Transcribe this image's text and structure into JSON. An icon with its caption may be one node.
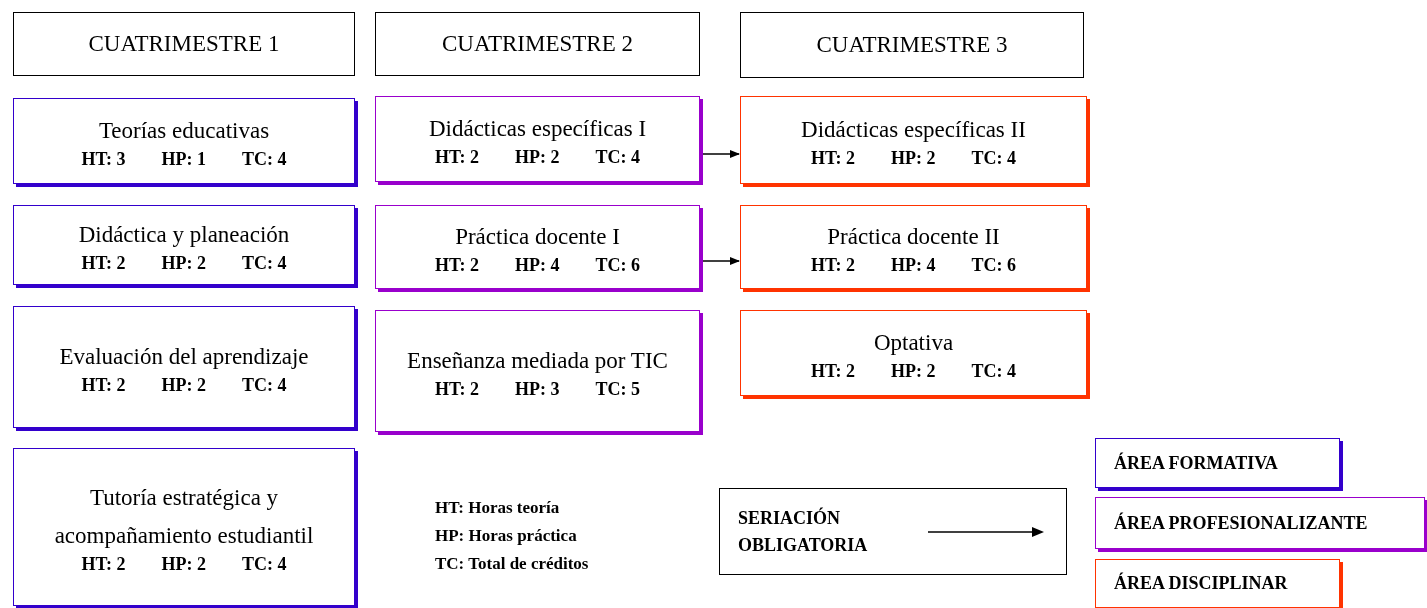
{
  "diagram": {
    "nodes": [
      {
        "text": [
          "CUATRIMESTRE 1"
        ]
      },
      {
        "text": [
          "CUATRIMESTRE 2"
        ]
      },
      {
        "text": [
          "CUATRIMESTRE 3"
        ]
      },
      {
        "text": [
          "Teorías educativas",
          "HT: 3",
          "HP: 1",
          "TC: 4"
        ]
      },
      {
        "text": [
          "Didácticas específicas I",
          "HT: 2",
          "HP: 2",
          "TC: 4"
        ]
      },
      {
        "text": [
          "Didácticas específicas II",
          "HT: 2",
          "HP: 2",
          "TC: 4"
        ]
      },
      {
        "text": [
          "Didáctica y planeación",
          "HT: 2",
          "HP: 2",
          "TC: 4"
        ]
      },
      {
        "text": [
          "Práctica docente I",
          "HT: 2",
          "HP: 4",
          "TC: 6"
        ]
      },
      {
        "text": [
          "Práctica docente II",
          "HT: 2",
          "HP: 4",
          "TC: 6"
        ]
      },
      {
        "text": [
          "Evaluación del aprendizaje",
          "HT: 2",
          "HP: 2",
          "TC: 4"
        ]
      },
      {
        "text": [
          "Enseñanza mediada por TIC",
          "HT: 2",
          "HP: 3",
          "TC: 5"
        ]
      },
      {
        "text": [
          "Optativa",
          "HT: 2",
          "HP: 2",
          "TC: 4"
        ]
      },
      {
        "text": [
          "Tutoría estratégica y acompañamiento estudiantil",
          "HT: 2",
          "HP: 2",
          "TC: 4"
        ]
      }
    ],
    "edges": [
      {
        "from": 4,
        "to": 5,
        "arrow": "to"
      },
      {
        "from": 7,
        "to": 8,
        "arrow": "to"
      }
    ],
    "labels": [
      "HT: Horas teoría",
      "HP: Horas práctica",
      "TC: Total de créditos"
    ],
    "legend": [
      {
        "text": "SERIACIÓN OBLIGATORIA"
      },
      {
        "text": "ÁREA FORMATIVA",
        "color": "#3300cc"
      },
      {
        "text": "ÁREA PROFESIONALIZANTE",
        "color": "#9900cc"
      },
      {
        "text": "ÁREA DISCIPLINAR",
        "color": "#ff3300"
      }
    ]
  }
}
